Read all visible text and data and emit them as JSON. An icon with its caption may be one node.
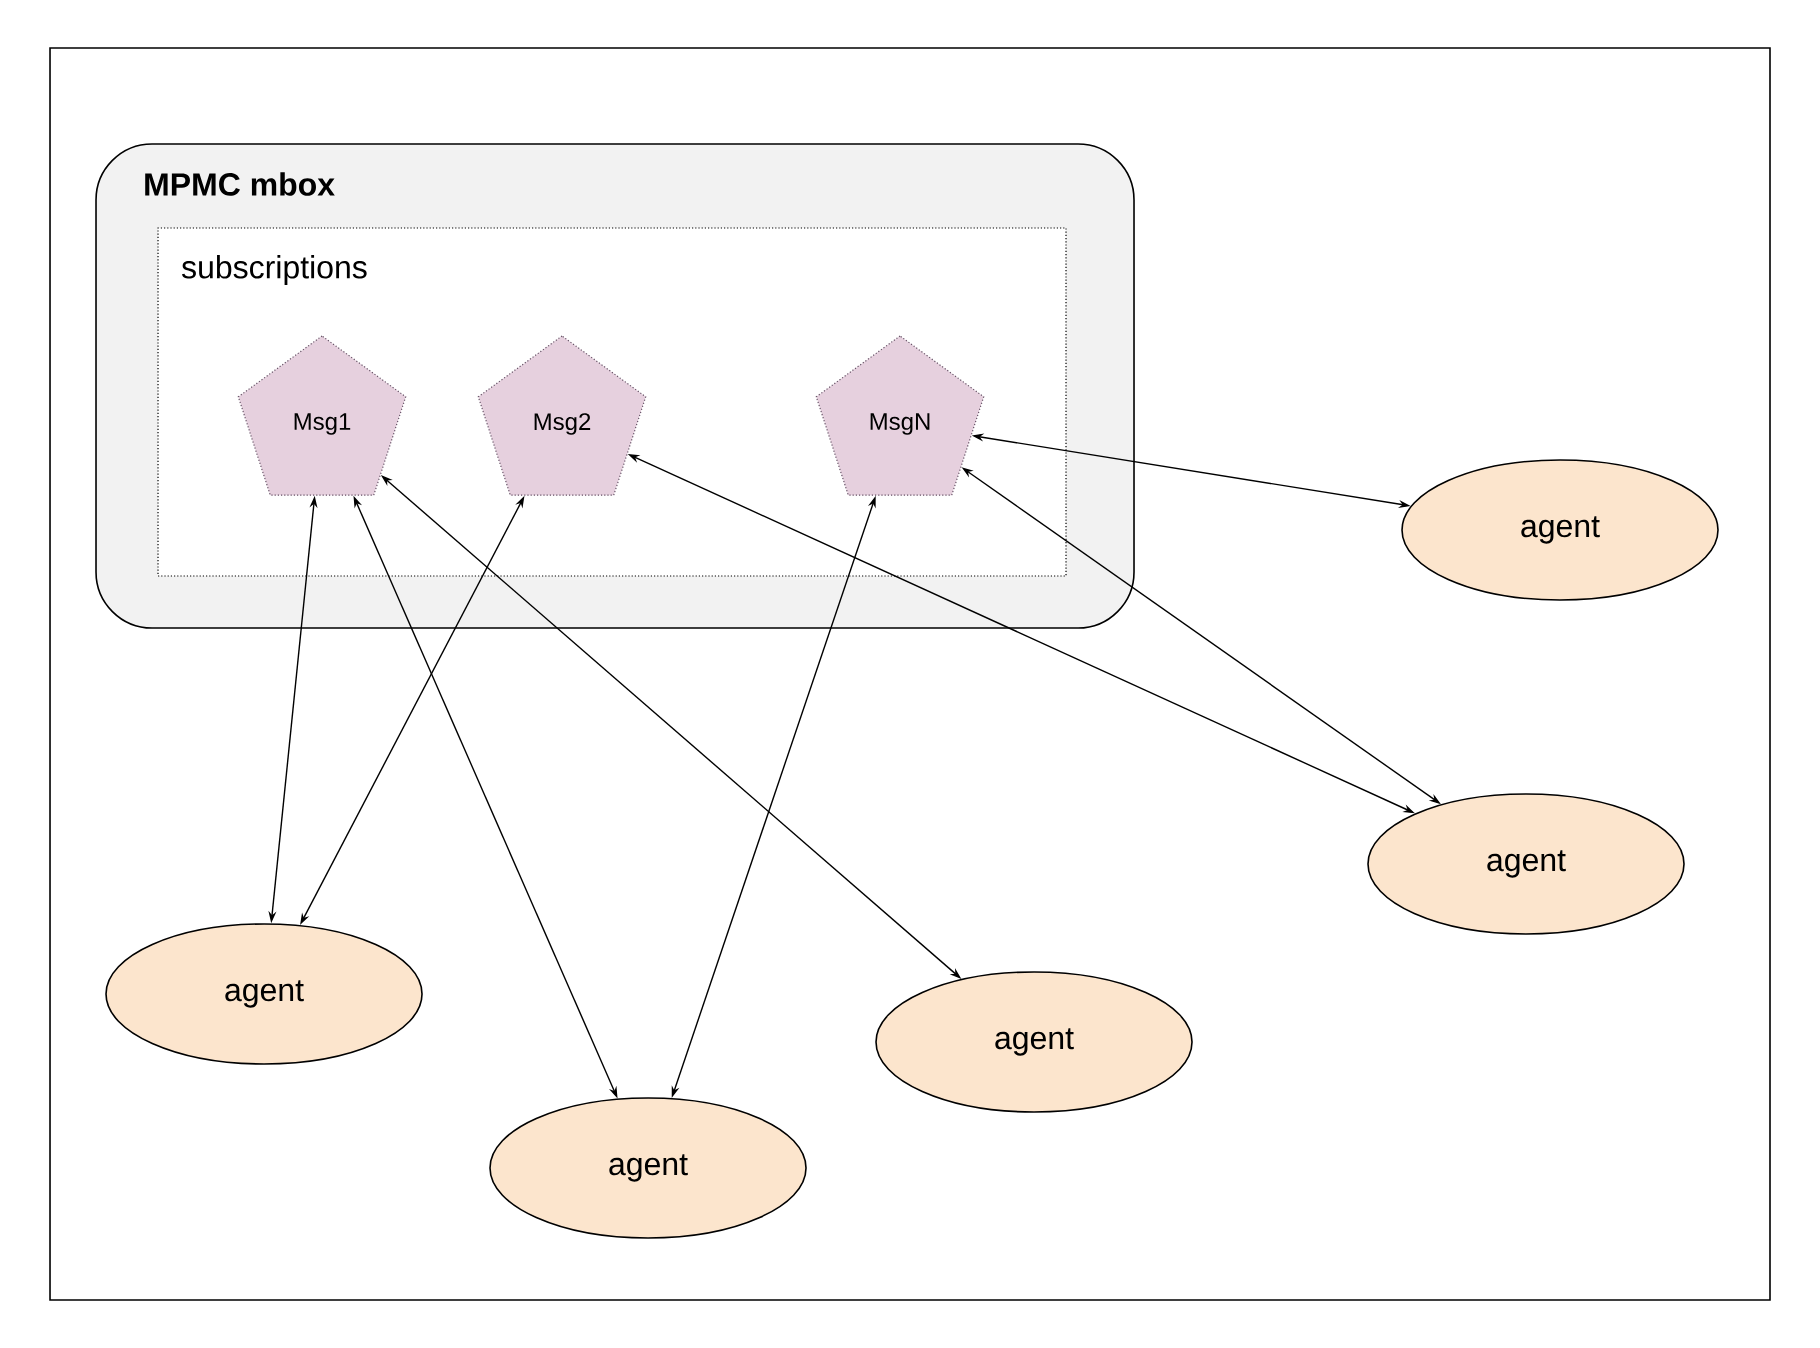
{
  "diagram": {
    "nodes": [
      {
        "text": [
          "MPMC mbox"
        ]
      },
      {
        "text": [
          "subscriptions"
        ],
        "in": 0
      },
      {
        "text": [
          "Msg1"
        ],
        "in": 1
      },
      {
        "text": [
          "Msg2"
        ],
        "in": 1
      },
      {
        "text": [
          "MsgN"
        ],
        "in": 1
      },
      {
        "text": [
          "agent"
        ]
      },
      {
        "text": [
          "agent"
        ]
      },
      {
        "text": [
          "agent"
        ]
      },
      {
        "text": [
          "agent"
        ]
      },
      {
        "text": [
          "agent"
        ]
      }
    ],
    "edges": [
      {
        "from": 4,
        "to": 5,
        "arrow": "both"
      },
      {
        "from": 2,
        "to": 7,
        "arrow": "both"
      },
      {
        "from": 3,
        "to": 7,
        "arrow": "both"
      },
      {
        "from": 2,
        "to": 9,
        "arrow": "both"
      },
      {
        "from": 2,
        "to": 8,
        "arrow": "both"
      },
      {
        "from": 3,
        "to": 6,
        "arrow": "both"
      },
      {
        "from": 4,
        "to": 9,
        "arrow": "both"
      },
      {
        "from": 4,
        "to": 6,
        "arrow": "both"
      }
    ]
  }
}
